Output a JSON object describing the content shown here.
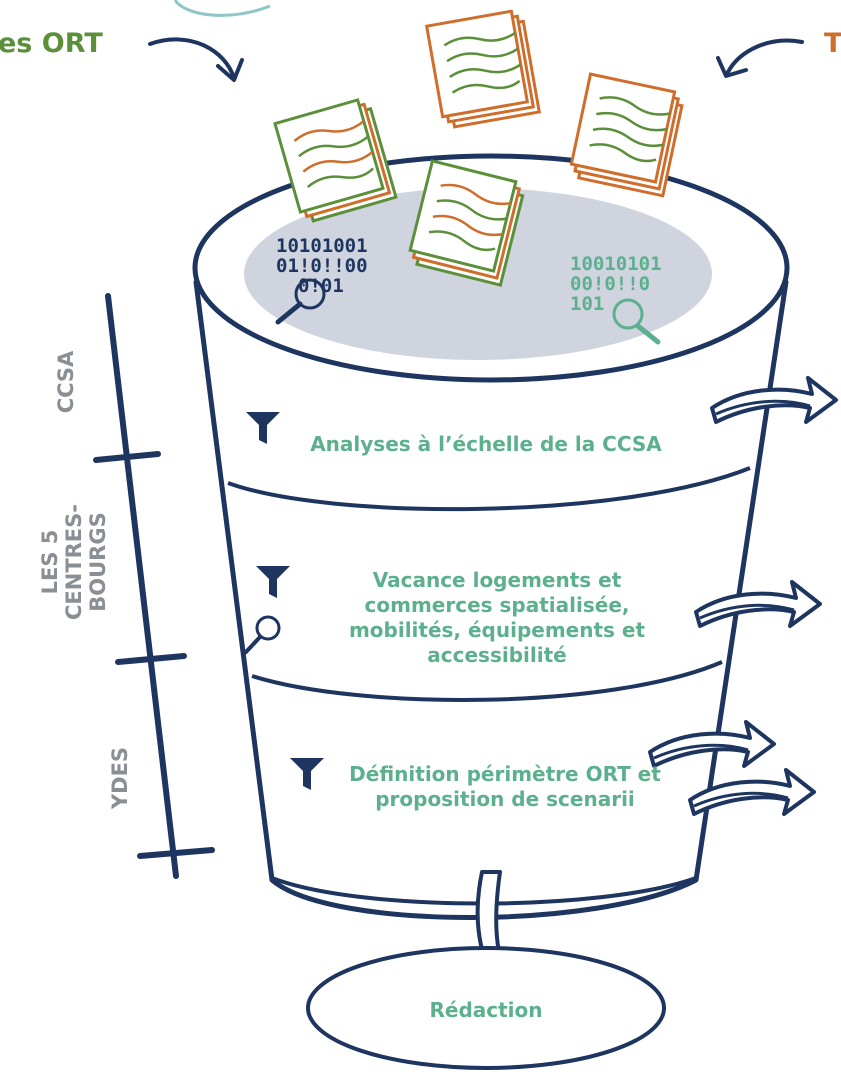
{
  "header": {
    "left_label": "es ORT",
    "right_label": "T"
  },
  "funnel": {
    "stages": [
      {
        "text": "Analyses à l’échelle de la CCSA"
      },
      {
        "text": "Vacance logements et commerces spatialisée, mobilités, équipements et accessibilité"
      },
      {
        "text": "Définition périmètre ORT et proposition de scenarii"
      }
    ],
    "output": "Rédaction"
  },
  "binary": {
    "left": [
      "10101001",
      "01!0!!00",
      "0!01"
    ],
    "right": [
      "10010101",
      "00!0!!0",
      "101"
    ]
  },
  "scale": {
    "levels": [
      "CCSA",
      "LES 5 CENTRES-BOURGS",
      "YDES"
    ]
  },
  "colors": {
    "navy": "#1e3560",
    "green": "#5c8f3a",
    "orange": "#cf6e2c",
    "teal": "#5cb08e",
    "gray": "#8a8f96",
    "pool": "#cfd4df"
  }
}
